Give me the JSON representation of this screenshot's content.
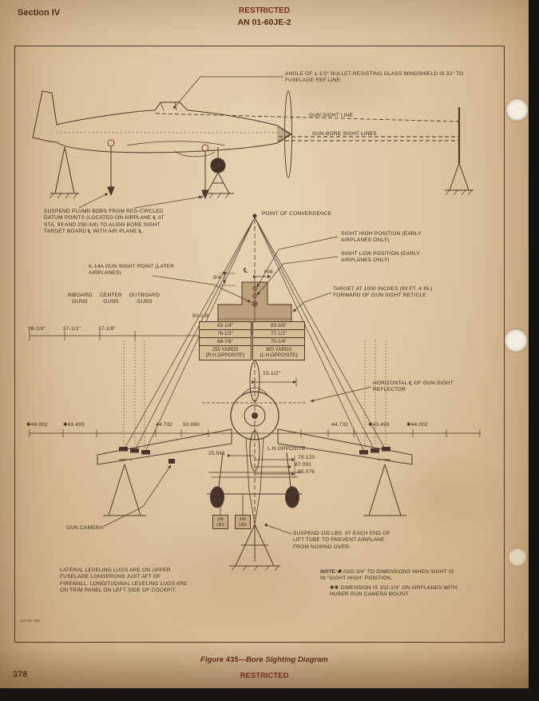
{
  "header": {
    "section": "Section IV",
    "classification": "RESTRICTED",
    "doc_number": "AN 01-60JE-2"
  },
  "footer": {
    "figure_caption": "Figure 435—Bore Sighting Diagram",
    "page_number": "378",
    "classification": "RESTRICTED",
    "plate_number": "122-61-195"
  },
  "side_view": {
    "windshield_note": "ANGLE OF 1-1/2° BULLET-RESISTING GLASS WINDSHIELD IS 32° TO FUSELAGE REF LINE.",
    "gun_sight_line_label": "GUN SIGHT LINE",
    "gun_bore_sight_lines_label": "GUN BORE SIGHT LINES",
    "plumb_bob_note": "SUSPEND PLUMB BOBS FROM RED-CIRCLED DATUM POINTS (LOCATED ON AIRPLANE ℄ AT STA. 99 AND 250-3/8) TO ALIGN BORE SIGHT TARGET BOARD ℄ WITH AIR-PLANE ℄."
  },
  "front_view": {
    "point_of_convergence": "POINT OF CONVERGENCE",
    "sight_high": "SIGHT HIGH POSITION (EARLY AIRPLANES ONLY)",
    "sight_low": "SIGHT LOW POSITION (EARLY AIRPLANES ONLY)",
    "k14a_note": "K-14A GUN SIGHT POINT (LATER AIRPLANES)",
    "target_note": "TARGET AT 1000 INCHES (83 FT. 4 IN.) FORWARD OF GUN SIGHT RETICLE",
    "centerline_symbol": "℄",
    "dim_h8": "H/8",
    "dim_3_4": "3/4",
    "dim_50_1_8": "50-1/8\"",
    "guns_inboard": "INBOARD GUNS",
    "guns_center": "CENTER GUNS",
    "guns_outboard": "OUTBOARD GUNS",
    "span_dims": [
      "38-1/8\"",
      "37-1/2\"",
      "37-1/8\""
    ],
    "left_table": {
      "rows": [
        "82-1/4\"",
        "76-1/2\"",
        "68-7/8\""
      ],
      "range": "250 YARDS",
      "opposite": "(R.H.OPPOSITE)"
    },
    "right_table": {
      "rows": [
        "83-3/8\"",
        "77-1/2\"",
        "70-1/4\""
      ],
      "range": "300 YARDS",
      "opposite": "(L.H.OPPOSITE)"
    },
    "dim_25_1_2": "25-1/2\"",
    "reflector_note": "HORIZONTAL ℄ OF GUN SIGHT REFLECTOR",
    "station_dims_left": [
      "✱44.002",
      "✱43.493",
      "44.732",
      "50.890"
    ],
    "station_dims_right": [
      "44.732",
      "✱43.493",
      "✱44.002"
    ],
    "lh_opposite": "L.H.OPPOSITE",
    "dim_25_561": "25.561",
    "nested_dims": [
      "79.123",
      "87.091",
      "95.076"
    ],
    "gun_camera_label": "GUN CAMERA",
    "weight_label": "100 LBS",
    "suspend_note": "SUSPEND 100 LBS. AT EACH END OF LIFT TUBE TO PREVENT AIRPLANE FROM NOSING OVER."
  },
  "notes": {
    "leveling_note": "LATERAL LEVELING LUGS ARE ON UPPER FUSELAGE LONGERONS JUST AFT OF FIREWALL. LONGITUDINAL LEVELING LUGS ARE ON TRIM PANEL ON LEFT SIDE OF COCKPIT.",
    "note_label": "NOTE:✱",
    "note1": "ADD 3/4\" TO DIMENSIONS WHEN SIGHT IS IN \"SIGHT HIGH\" POSITION.",
    "note2_marker": "✱✱",
    "note2": "DIMENSION IS 102-1/4\" ON AIRPLANES WITH HUBER GUN CAMERA MOUNT"
  }
}
